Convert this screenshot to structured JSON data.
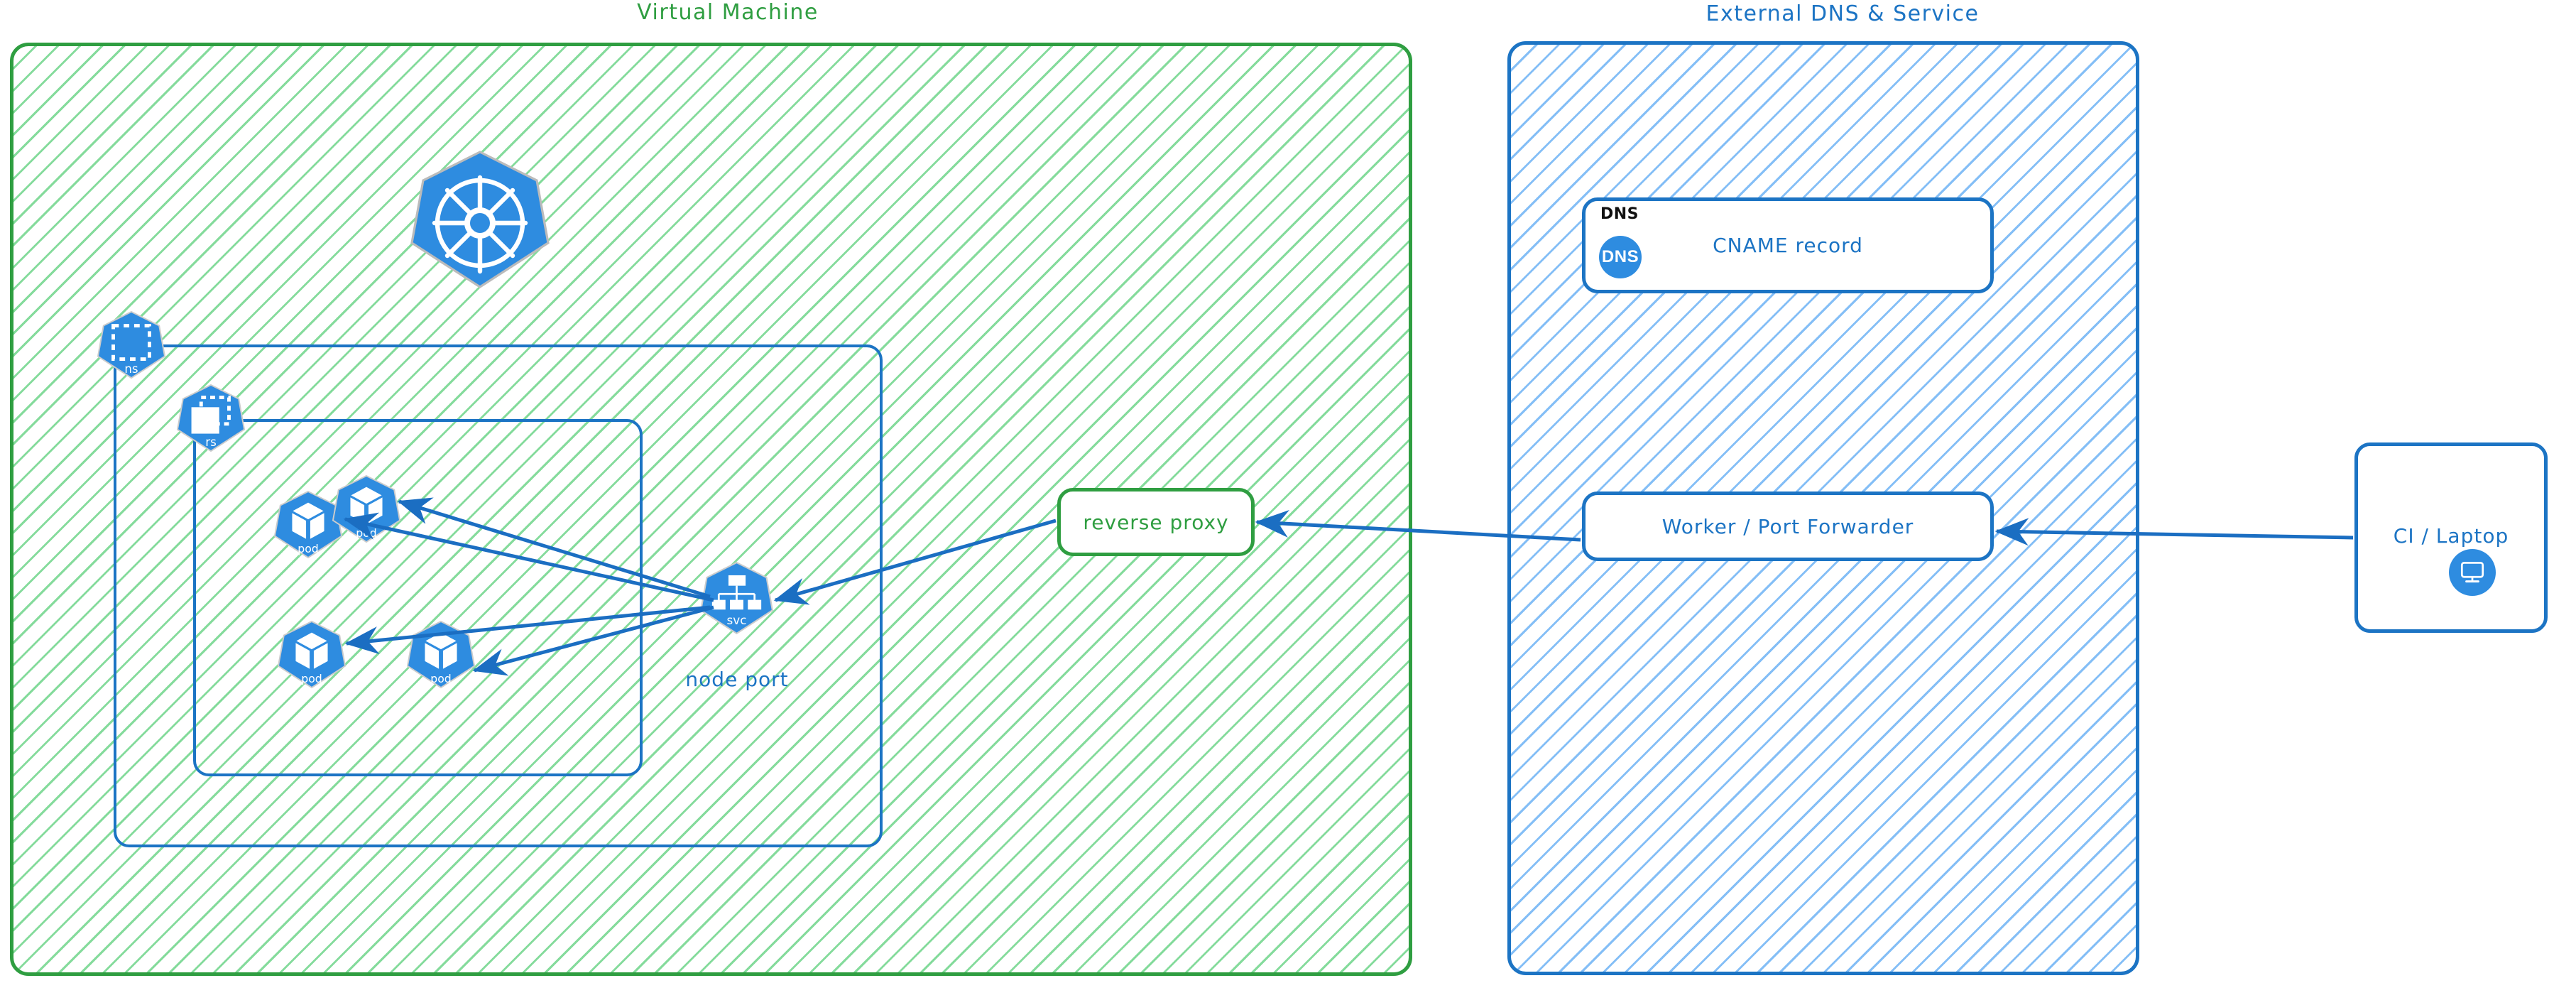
{
  "diagram": {
    "title_left": "Virtual Machine",
    "title_right": "External DNS & Service",
    "colors": {
      "green": "#2f9e41",
      "green_hatch": "#7ed996",
      "blue": "#1c74c4",
      "blue_hatch": "#7dbbf6",
      "icon_blue": "#2e8ce0",
      "black": "#111111",
      "white": "#ffffff"
    }
  },
  "vm_panel": {
    "title": "Virtual Machine",
    "kubernetes_logo": "kubernetes-wheel-icon",
    "namespace": {
      "badge_label": "ns",
      "badge_icon": "namespace-icon"
    },
    "replicaset": {
      "badge_label": "rs",
      "badge_icon": "replicaset-icon"
    },
    "pods": [
      {
        "label": "pod",
        "icon": "pod-cube-icon"
      },
      {
        "label": "pod",
        "icon": "pod-cube-icon"
      },
      {
        "label": "pod",
        "icon": "pod-cube-icon"
      },
      {
        "label": "pod",
        "icon": "pod-cube-icon"
      }
    ],
    "service": {
      "badge_label": "svc",
      "badge_icon": "service-tree-icon",
      "caption": "node port"
    },
    "reverse_proxy": {
      "label": "reverse proxy"
    }
  },
  "dns_panel": {
    "title": "External DNS & Service",
    "dns_card": {
      "corner_label": "DNS",
      "icon_text": "DNS",
      "icon_name": "dns-circle-icon",
      "label": "CNAME record"
    },
    "worker_card": {
      "label": "Worker / Port Forwarder"
    }
  },
  "client": {
    "label": "CI / Laptop",
    "icon": "desktop-monitor-icon"
  },
  "connections": [
    {
      "from": "svc",
      "to": "pod-1"
    },
    {
      "from": "svc",
      "to": "pod-2"
    },
    {
      "from": "svc",
      "to": "pod-3"
    },
    {
      "from": "svc",
      "to": "pod-4"
    },
    {
      "from": "reverse-proxy",
      "to": "svc"
    },
    {
      "from": "worker-port-forwarder",
      "to": "reverse-proxy"
    },
    {
      "from": "ci-laptop",
      "to": "worker-port-forwarder"
    }
  ]
}
